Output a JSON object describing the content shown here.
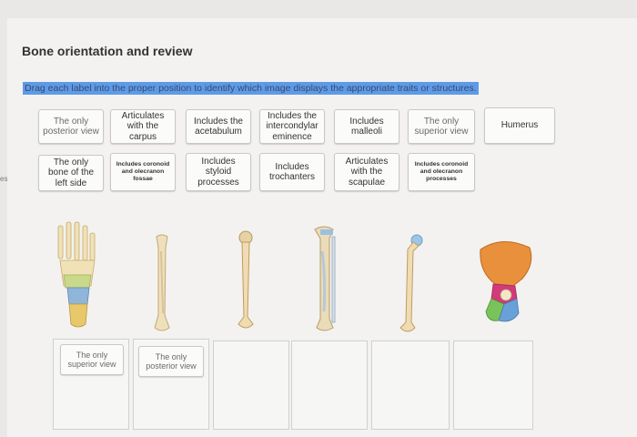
{
  "page": {
    "title": "Bone orientation and review",
    "instruction": "Drag each label into the proper position to identify which image displays the appropriate traits or structures.",
    "left_edge_text": "es"
  },
  "labels_row1": [
    "The only posterior view",
    "Articulates with the carpus",
    "Includes the acetabulum",
    "Includes the intercondylar eminence",
    "Includes malleoli",
    "The only superior view",
    "Humerus"
  ],
  "labels_row2": [
    "The only bone of the left side",
    "Includes coronoid and olecranon fossae",
    "Includes styloid processes",
    "Includes trochanters",
    "Articulates with the scapulae",
    "Includes coronoid and olecranon processes"
  ],
  "drop_labels": [
    "The only superior view",
    "The only posterior view"
  ],
  "images": [
    "foot-bones",
    "radius-bone",
    "humerus-bone",
    "tibia-fibula-bones",
    "femur-bone",
    "hip-bone"
  ]
}
